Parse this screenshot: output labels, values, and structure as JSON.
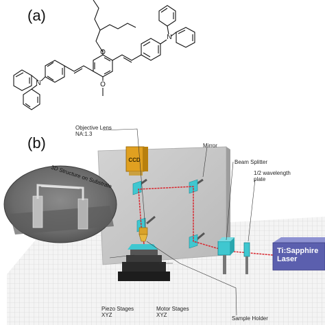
{
  "panels": {
    "a": "(a)",
    "b": "(b)"
  },
  "molecule": {
    "atoms": {
      "n1": "N",
      "n2": "N",
      "o1": "O",
      "o2": "O"
    },
    "substituent_methoxy": "\\"
  },
  "setup": {
    "ccd_label": "CCD",
    "labels": {
      "objective_line1": "Objective Lens",
      "objective_line2": "NA:1.3",
      "mirror": "Mirror",
      "beam_splitter": "Beam Splitter",
      "waveplate_line1": "1/2 wavelength",
      "waveplate_line2": "plate",
      "laser_line1": "Ti:Sapphire",
      "laser_line2": "Laser",
      "structure": "3D Structure on Substrate",
      "piezo_line1": "Piezo Stages",
      "piezo_line2": "XYZ",
      "motor_line1": "Motor Stages",
      "motor_line2": "XYZ",
      "sample_holder": "Sample Holder"
    }
  },
  "colors": {
    "laser_beam": "#d8262e",
    "optics": "#3fc7d0",
    "camera": "#e0a020",
    "laser_box": "#5b5fae",
    "wall": "#c9c9c9"
  }
}
